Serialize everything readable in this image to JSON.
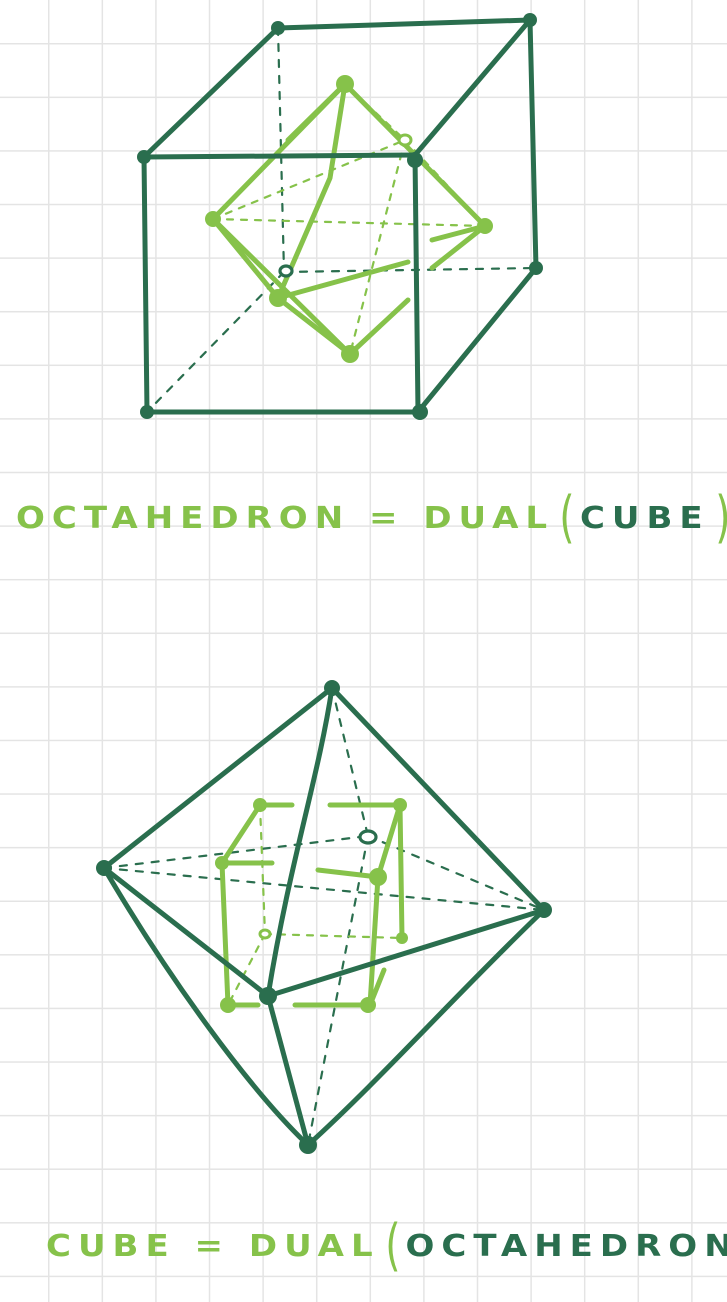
{
  "colors": {
    "dark_green": "#2a6e4e",
    "light_green": "#86c24a",
    "grid": "#e4e4e4",
    "paper": "#ffffff"
  },
  "top_caption": {
    "left": "OCTAHEDRON = DUAL",
    "open_paren": "(",
    "inner": "CUBE",
    "close_paren": ")"
  },
  "bottom_caption": {
    "left": "CUBE = DUAL",
    "open_paren": "(",
    "inner": "OCTAHEDRON",
    "close_paren": ")"
  }
}
